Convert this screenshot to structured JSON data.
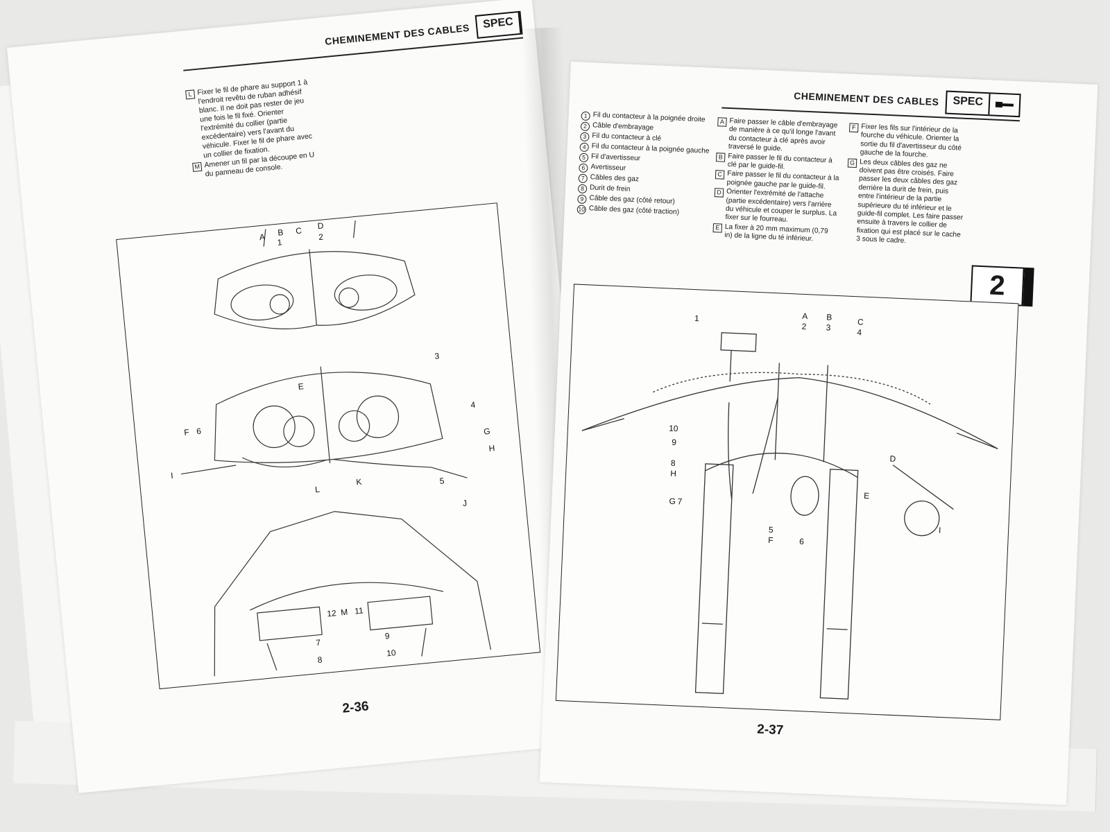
{
  "section_title": "CHEMINEMENT DES CABLES",
  "spec_label": "SPEC",
  "chapter_number": "2",
  "left_page": {
    "page_number": "2-36",
    "notes": [
      {
        "marker": "L",
        "text": "Fixer le fil de phare au support 1 à l'endroit revêtu de ruban adhésif blanc. Il ne doit pas rester de jeu une fois le fil fixé. Orienter l'extrémité du collier (partie excédentaire) vers l'avant du véhicule. Fixer le fil de phare avec un collier de fixation."
      },
      {
        "marker": "M",
        "text": "Amener un fil par la découpe en U du panneau de console."
      }
    ],
    "figure_labels": [
      {
        "marker": "A"
      },
      {
        "marker": "B"
      },
      {
        "marker": "C"
      },
      {
        "marker": "D"
      },
      {
        "marker": "E"
      },
      {
        "marker": "F"
      },
      {
        "marker": "G"
      },
      {
        "marker": "H"
      },
      {
        "marker": "I"
      },
      {
        "marker": "J"
      },
      {
        "marker": "K"
      },
      {
        "marker": "L"
      },
      {
        "marker": "M"
      }
    ],
    "figure_numbers": [
      "1",
      "2",
      "3",
      "4",
      "5",
      "6",
      "7",
      "8",
      "9",
      "10",
      "11",
      "12"
    ]
  },
  "right_page": {
    "page_number": "2-37",
    "legend": [
      {
        "num": "1",
        "text": "Fil du contacteur à la poignée droite"
      },
      {
        "num": "2",
        "text": "Câble d'embrayage"
      },
      {
        "num": "3",
        "text": "Fil du contacteur à clé"
      },
      {
        "num": "4",
        "text": "Fil du contacteur à la poignée gauche"
      },
      {
        "num": "5",
        "text": "Fil d'avertisseur"
      },
      {
        "num": "6",
        "text": "Avertisseur"
      },
      {
        "num": "7",
        "text": "Câbles des gaz"
      },
      {
        "num": "8",
        "text": "Durit de frein"
      },
      {
        "num": "9",
        "text": "Câble des gaz (côté retour)"
      },
      {
        "num": "10",
        "text": "Câble des gaz (côté traction)"
      }
    ],
    "notes_middle": [
      {
        "marker": "A",
        "text": "Faire passer le câble d'embrayage de manière à ce qu'il longe l'avant du contacteur à clé après avoir traversé le guide."
      },
      {
        "marker": "B",
        "text": "Faire passer le fil du contacteur à clé par le guide-fil."
      },
      {
        "marker": "C",
        "text": "Faire passer le fil du contacteur à la poignée gauche par le guide-fil."
      },
      {
        "marker": "D",
        "text": "Orienter l'extrémité de l'attache (partie excédentaire) vers l'arrière du véhicule et couper le surplus. La fixer sur le fourreau."
      },
      {
        "marker": "E",
        "text": "La fixer à 20 mm maximum (0,79 in) de la ligne du té inférieur."
      }
    ],
    "notes_right": [
      {
        "marker": "F",
        "text": "Fixer les fils sur l'intérieur de la fourche du véhicule. Orienter la sortie du fil d'avertisseur du côté gauche de la fourche."
      },
      {
        "marker": "G",
        "text": "Les deux câbles des gaz ne doivent pas être croisés. Faire passer les deux câbles des gaz derrière la durit de frein, puis entre l'intérieur de la partie supérieure du té inférieur et le guide-fil complet. Les faire passer ensuite à travers le collier de fixation qui est placé sur le cache 3 sous le cadre."
      }
    ],
    "figure_labels": [
      {
        "marker": "A",
        "num": "2"
      },
      {
        "marker": "B",
        "num": "3"
      },
      {
        "marker": "C",
        "num": "4"
      },
      {
        "marker": "D"
      },
      {
        "marker": "E"
      },
      {
        "marker": "F"
      },
      {
        "marker": "G",
        "num": "7"
      },
      {
        "marker": "H"
      },
      {
        "marker": "I"
      }
    ],
    "figure_numbers": [
      "1",
      "5",
      "6",
      "8",
      "9",
      "10"
    ]
  }
}
